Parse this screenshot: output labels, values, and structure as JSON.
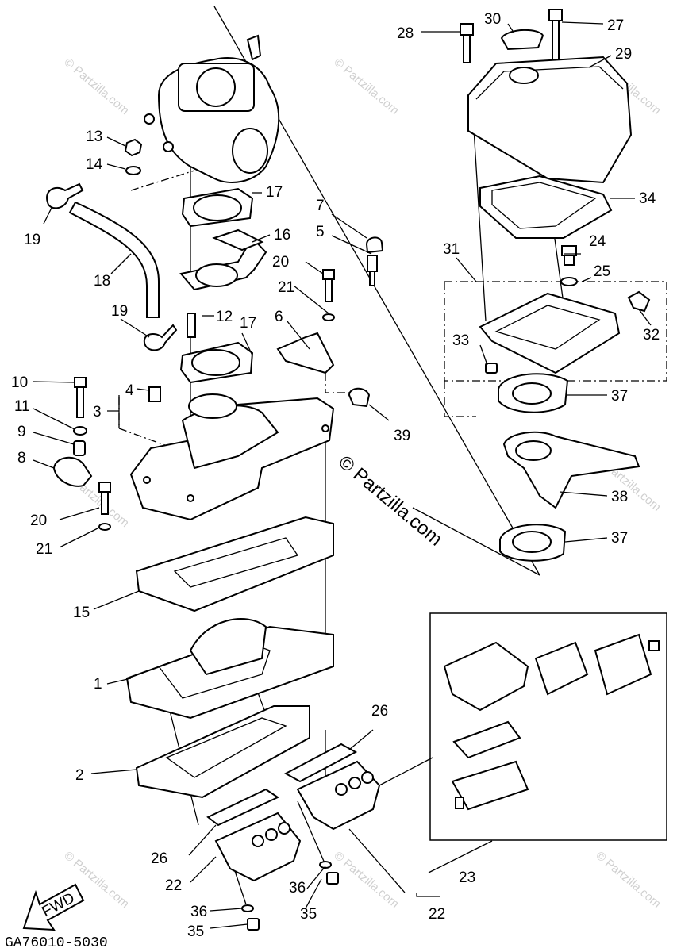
{
  "diagram": {
    "drawing_code": "GA76010-5030",
    "watermark": "© Partzilla.com",
    "fwd_label": "FWD",
    "callouts": [
      "1",
      "2",
      "3",
      "4",
      "5",
      "6",
      "7",
      "8",
      "9",
      "10",
      "11",
      "12",
      "13",
      "14",
      "15",
      "16",
      "17",
      "18",
      "19",
      "20",
      "21",
      "22",
      "23",
      "24",
      "25",
      "26",
      "27",
      "28",
      "29",
      "30",
      "31",
      "32",
      "33",
      "34",
      "35",
      "36",
      "37",
      "38",
      "39"
    ]
  }
}
